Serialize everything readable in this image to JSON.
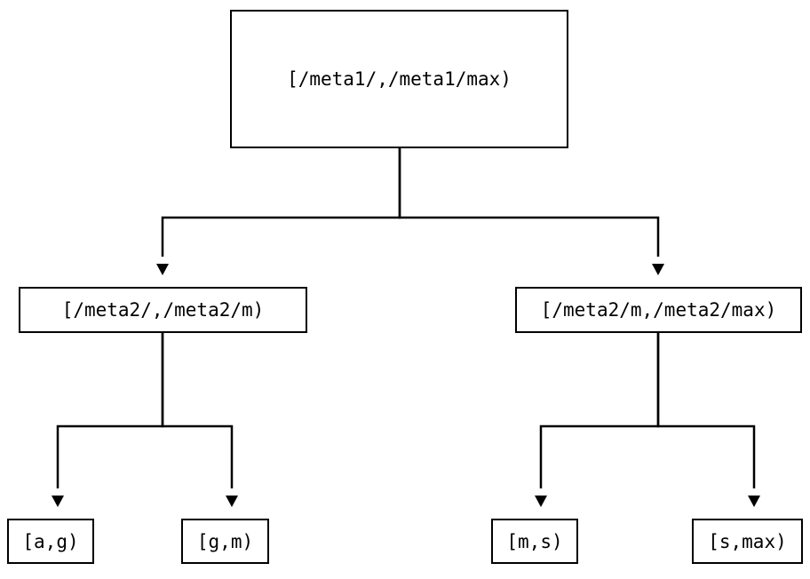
{
  "diagram": {
    "type": "tree",
    "orientation": "top-down",
    "background_color": "#ffffff",
    "line_color": "#000000",
    "text_color": "#000000",
    "nodes": {
      "root": {
        "label": "[/meta1/,/meta1/max)",
        "level": 0
      },
      "mid_left": {
        "label": "[/meta2/,/meta2/m)",
        "level": 1
      },
      "mid_right": {
        "label": "[/meta2/m,/meta2/max)",
        "level": 1
      },
      "leaf_ag": {
        "label": "[a,g)",
        "level": 2
      },
      "leaf_gm": {
        "label": "[g,m)",
        "level": 2
      },
      "leaf_ms": {
        "label": "[m,s)",
        "level": 2
      },
      "leaf_smax": {
        "label": "[s,max)",
        "level": 2
      }
    },
    "edges": [
      {
        "from": "root",
        "to": "mid_left",
        "arrow": "down-triangle"
      },
      {
        "from": "root",
        "to": "mid_right",
        "arrow": "down-triangle"
      },
      {
        "from": "mid_left",
        "to": "leaf_ag",
        "arrow": "down-triangle"
      },
      {
        "from": "mid_left",
        "to": "leaf_gm",
        "arrow": "down-triangle"
      },
      {
        "from": "mid_right",
        "to": "leaf_ms",
        "arrow": "down-triangle"
      },
      {
        "from": "mid_right",
        "to": "leaf_smax",
        "arrow": "down-triangle"
      }
    ]
  }
}
